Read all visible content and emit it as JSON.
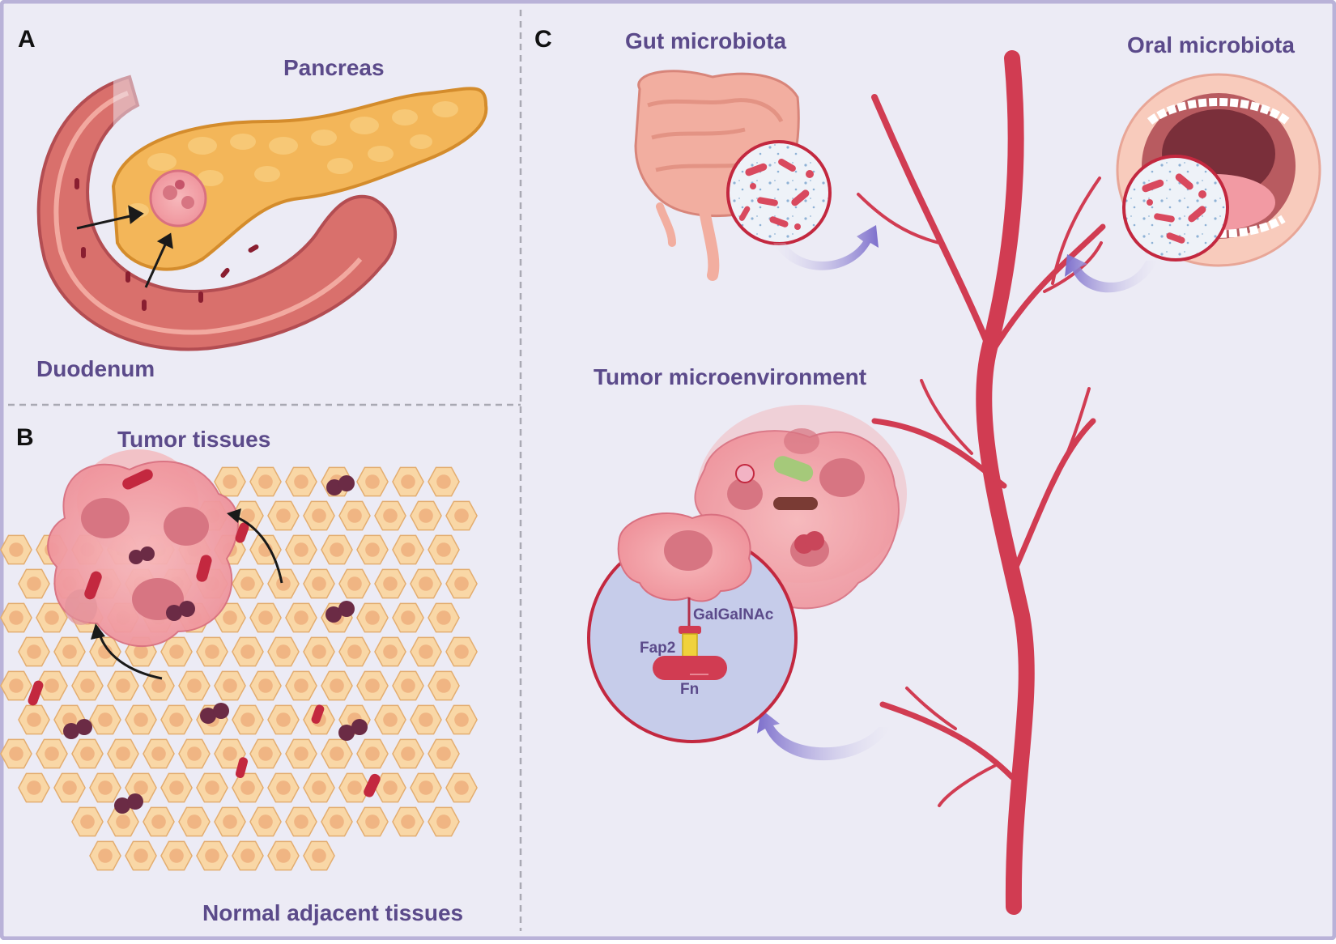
{
  "panels": {
    "a": {
      "letter": "A",
      "pancreas_label": "Pancreas",
      "duodenum_label": "Duodenum"
    },
    "b": {
      "letter": "B",
      "tumor_label": "Tumor tissues",
      "normal_label": "Normal adjacent tissues"
    },
    "c": {
      "letter": "C",
      "gut_label": "Gut microbiota",
      "oral_label": "Oral microbiota",
      "tme_label": "Tumor microenvironment",
      "galgalnac_label": "GalGalNAc",
      "fap2_label": "Fap2",
      "fn_label": "Fn"
    }
  },
  "colors": {
    "background": "#ecebf5",
    "frame": "#b9b2d8",
    "label": "#5b4a8a",
    "vessel": "#d13c52",
    "tumor": "#f3a3a8",
    "normal_cell": "#f9d7a6",
    "bacteria": "#c3283f",
    "cocci": "#6b2b45",
    "arrow": "#8b7fcf"
  }
}
